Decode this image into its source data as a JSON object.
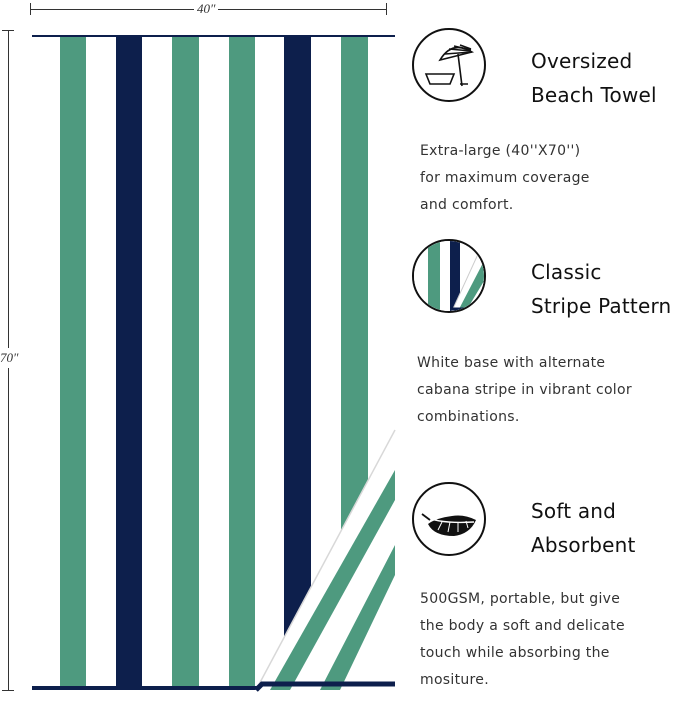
{
  "dimensions": {
    "width_label": "40″",
    "height_label": "70″"
  },
  "colors": {
    "green": "#4e9a7f",
    "navy": "#0d1f4c",
    "white": "#ffffff"
  },
  "features": [
    {
      "icon": "beach-umbrella-icon",
      "title_lines": [
        "Oversized",
        "Beach Towel"
      ],
      "desc_lines": [
        "Extra-large (40''X70'')",
        "for maximum coverage",
        "and comfort."
      ]
    },
    {
      "icon": "stripe-pattern-icon",
      "title_lines": [
        "Classic",
        "Stripe Pattern"
      ],
      "desc_lines": [
        "White base with alternate",
        "cabana stripe in vibrant color",
        "combinations."
      ]
    },
    {
      "icon": "feather-icon",
      "title_lines": [
        "Soft and",
        "Absorbent"
      ],
      "desc_lines": [
        "500GSM, portable, but give",
        "the body a soft and delicate",
        "touch while absorbing the",
        "mositure."
      ]
    }
  ]
}
